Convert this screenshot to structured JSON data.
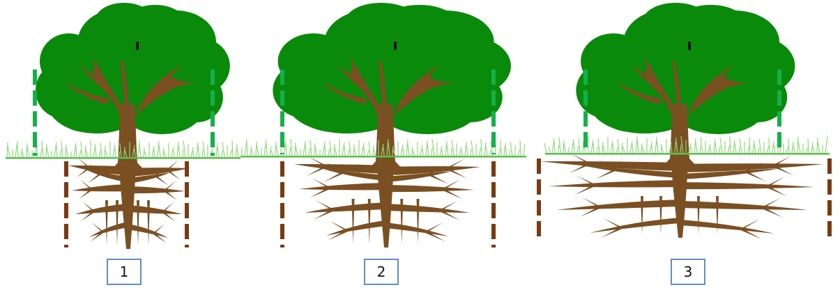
{
  "colors": {
    "canopy": "#0a8a0a",
    "trunk": "#7a4f22",
    "canopy_marker": "#14b04a",
    "root_marker": "#7a3a12",
    "grass": "#8fd97a",
    "ground_line": "#58c04a",
    "label_border": "#5b8ec9"
  },
  "figures": [
    {
      "label": "1",
      "root_spread": "narrow"
    },
    {
      "label": "2",
      "root_spread": "medium"
    },
    {
      "label": "3",
      "root_spread": "wide"
    }
  ]
}
